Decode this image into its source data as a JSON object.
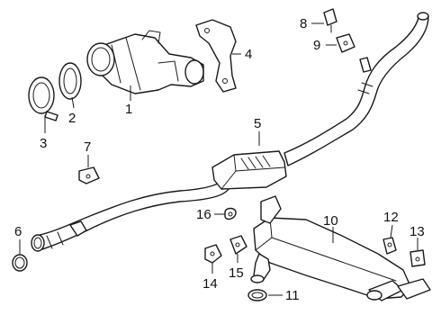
{
  "diagram": {
    "callouts": [
      {
        "id": "1",
        "label": "1"
      },
      {
        "id": "2",
        "label": "2"
      },
      {
        "id": "3",
        "label": "3"
      },
      {
        "id": "4",
        "label": "4"
      },
      {
        "id": "5",
        "label": "5"
      },
      {
        "id": "6",
        "label": "6"
      },
      {
        "id": "7",
        "label": "7"
      },
      {
        "id": "8",
        "label": "8"
      },
      {
        "id": "9",
        "label": "9"
      },
      {
        "id": "10",
        "label": "10"
      },
      {
        "id": "11",
        "label": "11"
      },
      {
        "id": "12",
        "label": "12"
      },
      {
        "id": "13",
        "label": "13"
      },
      {
        "id": "14",
        "label": "14"
      },
      {
        "id": "15",
        "label": "15"
      },
      {
        "id": "16",
        "label": "16"
      }
    ],
    "line_color": "#1a1a1a",
    "background_color": "#ffffff"
  }
}
